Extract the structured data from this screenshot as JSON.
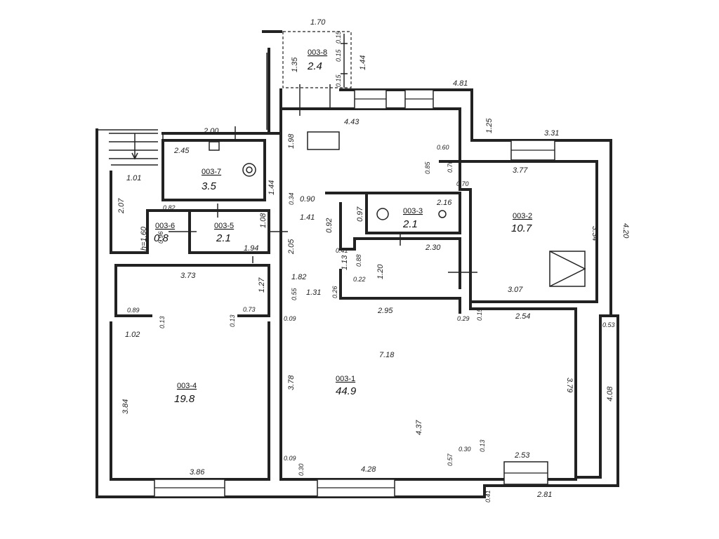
{
  "rooms": [
    {
      "id": "003-1",
      "area": "44.9"
    },
    {
      "id": "003-2",
      "area": "10.7"
    },
    {
      "id": "003-3",
      "area": "2.1"
    },
    {
      "id": "003-4",
      "area": "19.8"
    },
    {
      "id": "003-5",
      "area": "2.1"
    },
    {
      "id": "003-6",
      "area": "0.8"
    },
    {
      "id": "003-7",
      "area": "3.5"
    },
    {
      "id": "003-8",
      "area": "2.4"
    }
  ],
  "dimensions": [
    "1.70",
    "1.35",
    "0.15",
    "1.44",
    "0.15",
    "0.15",
    "4.81",
    "4.43",
    "1.25",
    "3.31",
    "2.00",
    "2.45",
    "1.98",
    "0.60",
    "3.77",
    "0.70",
    "0.70",
    "0.85",
    "1.01",
    "2.07",
    "1.44",
    "0.82",
    "0.90",
    "0.34",
    "0.97",
    "2.16",
    "3.34",
    "4.20",
    "h=1.60",
    "1.08",
    "1.41",
    "0.92",
    "0.96",
    "1.94",
    "2.05",
    "0.41",
    "2.30",
    "3.73",
    "1.27",
    "1.13",
    "0.88",
    "1.20",
    "1.82",
    "0.22",
    "3.07",
    "1.31",
    "0.55",
    "0.26",
    "0.89",
    "0.13",
    "0.73",
    "0.13",
    "0.09",
    "2.95",
    "0.29",
    "0.15",
    "2.54",
    "0.53",
    "1.02",
    "7.18",
    "3.78",
    "3.79",
    "3.84",
    "4.37",
    "4.08",
    "0.30",
    "0.13",
    "0.09",
    "0.30",
    "0.57",
    "2.53",
    "3.86",
    "4.28",
    "0.41",
    "2.81"
  ]
}
